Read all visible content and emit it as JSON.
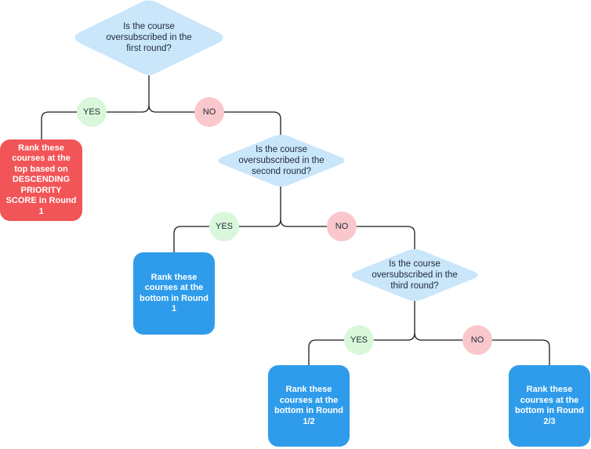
{
  "nodes": {
    "q1": "Is the course oversubscribed in the first round?",
    "q2": "Is the course oversubscribed in the second round?",
    "q3": "Is the course oversubscribed in the third round?",
    "yes_label": "YES",
    "no_label": "NO",
    "r1": "Rank these courses at the top based on DESCENDING PRIORITY SCORE in Round 1",
    "r2": "Rank these courses at the bottom in Round 1",
    "r3": "Rank these courses at the bottom in Round 1/2",
    "r4": "Rank these courses at the bottom in Round 2/3"
  },
  "colors": {
    "decision": "#c9e6fb",
    "yes": "#d9f7da",
    "no": "#f9c7cc",
    "top_outcome": "#f25557",
    "bottom_outcome": "#2f9ceb",
    "connector": "#1b1b1b"
  }
}
